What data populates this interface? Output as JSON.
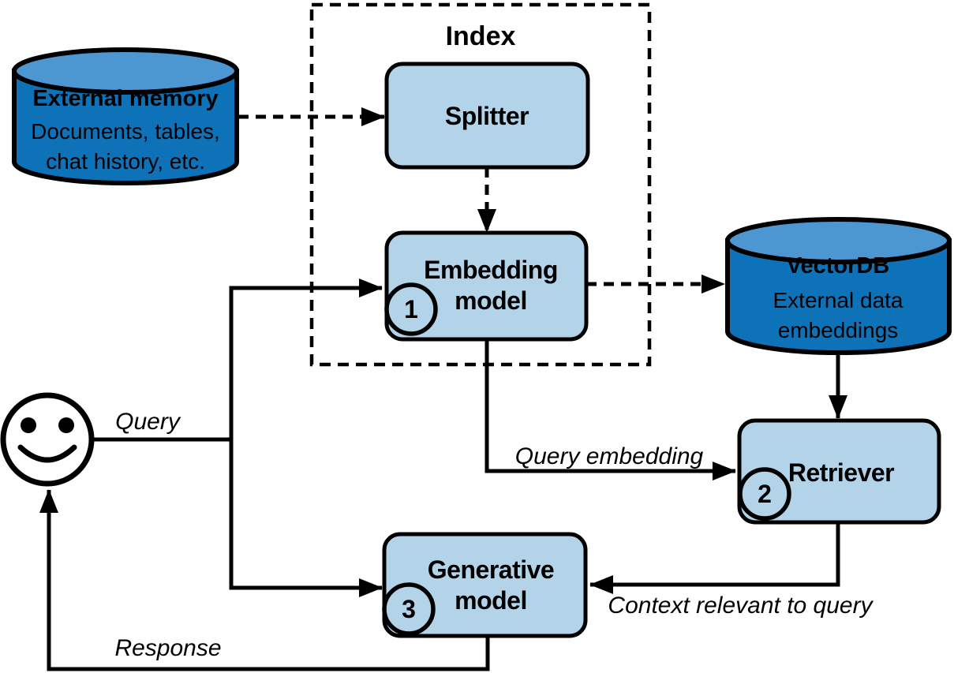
{
  "diagram": {
    "colors": {
      "cylinder_body": "#0E72B9",
      "cylinder_top": "#4C96D1",
      "node_fill": "#B2D3E8",
      "outline": "#000000",
      "text_on_dark": "#FFFFFF"
    },
    "icons": {
      "user": "smiley-face-icon",
      "arrowhead": "arrowhead-icon"
    },
    "index_group": {
      "title": "Index"
    },
    "nodes": {
      "external_memory": {
        "title": "External memory",
        "subtitle_lines": [
          "Documents, tables,",
          "chat history, etc."
        ]
      },
      "splitter": {
        "label": "Splitter"
      },
      "embedding_model": {
        "lines": [
          "Embedding",
          "model"
        ],
        "step": "1"
      },
      "vectordb": {
        "title": "VectorDB",
        "subtitle_lines": [
          "External data",
          "embeddings"
        ]
      },
      "retriever": {
        "label": "Retriever",
        "step": "2"
      },
      "generative_model": {
        "lines": [
          "Generative",
          "model"
        ],
        "step": "3"
      }
    },
    "edge_labels": {
      "query": "Query",
      "query_embedding": "Query embedding",
      "context": "Context relevant to query",
      "response": "Response"
    }
  }
}
